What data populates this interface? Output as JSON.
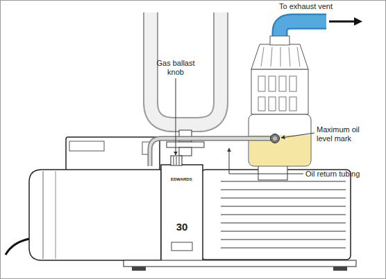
{
  "diagram": {
    "labels": [
      "To exhaust vent",
      "Gas ballast knob",
      "Maximum oil level mark",
      "Oil return tubing",
      "EDWARDS",
      "30"
    ]
  }
}
